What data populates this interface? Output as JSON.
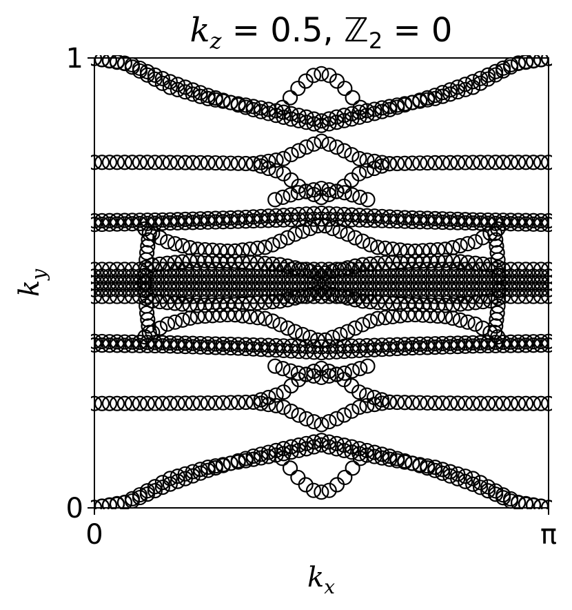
{
  "chart_data": {
    "type": "scatter",
    "title": {
      "symbol": "k",
      "subscript": "z",
      "equals_value": " = 0.5, ",
      "z2_symbol": "ℤ",
      "z2_subscript": "2",
      "z2_value": " = 0"
    },
    "xlabel": {
      "symbol": "k",
      "subscript": "x"
    },
    "ylabel": {
      "symbol": "k",
      "subscript": "y"
    },
    "xlim": [
      0,
      3.14159
    ],
    "ylim": [
      0,
      1
    ],
    "x_ticks": [
      {
        "value": 0,
        "label": "0"
      },
      {
        "value": 3.14159,
        "label": "π"
      }
    ],
    "y_ticks": [
      {
        "value": 0,
        "label": "0"
      },
      {
        "value": 1,
        "label": "1"
      }
    ],
    "marker": "open-circle",
    "marker_color": "#000000",
    "grid": false,
    "legend": "none",
    "sample_count": 60,
    "bands": [
      {
        "x": [
          0,
          0.2,
          0.35,
          0.52,
          0.78,
          1.05,
          1.3,
          1.45,
          1.57,
          1.69,
          1.84,
          2.09,
          2.36,
          2.62,
          2.79,
          2.94,
          3.14159
        ],
        "y": [
          0.999,
          0.99,
          0.965,
          0.935,
          0.91,
          0.895,
          0.88,
          0.87,
          0.86,
          0.87,
          0.88,
          0.895,
          0.91,
          0.935,
          0.965,
          0.99,
          0.999
        ]
      },
      {
        "x": [
          0,
          0.26,
          0.5,
          0.8,
          1.1,
          1.35,
          1.57,
          1.79,
          2.04,
          2.34,
          2.64,
          2.88,
          3.14159
        ],
        "y": [
          0.999,
          0.985,
          0.95,
          0.915,
          0.885,
          0.865,
          0.85,
          0.865,
          0.885,
          0.915,
          0.95,
          0.985,
          0.999
        ]
      },
      {
        "x": [
          1.3,
          1.4,
          1.5,
          1.57,
          1.64,
          1.74,
          1.84
        ],
        "y": [
          0.89,
          0.93,
          0.96,
          0.965,
          0.96,
          0.93,
          0.89
        ]
      },
      {
        "x": [
          0,
          0.4,
          0.8,
          1.1,
          1.3,
          1.45,
          1.57,
          1.69,
          1.84,
          2.04,
          2.34,
          2.74,
          3.14159
        ],
        "y": [
          0.768,
          0.768,
          0.767,
          0.765,
          0.775,
          0.8,
          0.815,
          0.8,
          0.775,
          0.765,
          0.767,
          0.768,
          0.768
        ]
      },
      {
        "x": [
          1.1,
          1.3,
          1.45,
          1.57,
          1.69,
          1.84,
          2.04
        ],
        "y": [
          0.765,
          0.745,
          0.705,
          0.69,
          0.705,
          0.745,
          0.765
        ]
      },
      {
        "x": [
          1.25,
          1.4,
          1.57,
          1.74,
          1.89
        ],
        "y": [
          0.685,
          0.7,
          0.71,
          0.7,
          0.685
        ]
      },
      {
        "x": [
          0,
          0.5,
          1.0,
          1.3,
          1.57,
          1.84,
          2.14,
          2.64,
          3.14159
        ],
        "y": [
          0.638,
          0.64,
          0.645,
          0.65,
          0.655,
          0.65,
          0.645,
          0.64,
          0.638
        ]
      },
      {
        "x": [
          0,
          0.5,
          1.0,
          1.3,
          1.57,
          1.84,
          2.14,
          2.64,
          3.14159
        ],
        "y": [
          0.63,
          0.633,
          0.637,
          0.64,
          0.642,
          0.64,
          0.637,
          0.633,
          0.63
        ]
      },
      {
        "x": [
          0.35,
          0.5,
          0.7,
          0.95,
          1.2,
          1.4,
          1.57,
          1.74,
          1.94,
          2.19,
          2.44,
          2.64,
          2.79
        ],
        "y": [
          0.62,
          0.592,
          0.575,
          0.57,
          0.58,
          0.61,
          0.63,
          0.61,
          0.58,
          0.57,
          0.575,
          0.592,
          0.62
        ]
      },
      {
        "x": [
          0.38,
          0.36,
          0.35,
          0.36,
          0.38
        ],
        "y": [
          0.61,
          0.56,
          0.5,
          0.44,
          0.39
        ]
      },
      {
        "x": [
          2.77,
          2.79,
          2.8,
          2.79,
          2.77
        ],
        "y": [
          0.61,
          0.56,
          0.5,
          0.44,
          0.39
        ]
      },
      {
        "x": [
          0,
          3.14159
        ],
        "y": [
          0.53,
          0.53
        ]
      },
      {
        "x": [
          0,
          3.14159
        ],
        "y": [
          0.515,
          0.515
        ]
      },
      {
        "x": [
          0,
          3.14159
        ],
        "y": [
          0.5,
          0.5
        ]
      },
      {
        "x": [
          0,
          3.14159
        ],
        "y": [
          0.485,
          0.485
        ]
      },
      {
        "x": [
          0,
          3.14159
        ],
        "y": [
          0.47,
          0.47
        ]
      },
      {
        "x": [
          0.4,
          0.7,
          1.0,
          1.3,
          1.57,
          1.84,
          2.14,
          2.44,
          2.74
        ],
        "y": [
          0.54,
          0.55,
          0.548,
          0.54,
          0.52,
          0.54,
          0.548,
          0.55,
          0.54
        ]
      },
      {
        "x": [
          0.4,
          0.7,
          1.0,
          1.3,
          1.57,
          1.84,
          2.14,
          2.44,
          2.74
        ],
        "y": [
          0.46,
          0.45,
          0.452,
          0.46,
          0.48,
          0.46,
          0.452,
          0.45,
          0.46
        ]
      },
      {
        "x": [
          0.35,
          0.5,
          0.7,
          0.95,
          1.2,
          1.4,
          1.57,
          1.74,
          1.94,
          2.19,
          2.44,
          2.64,
          2.79
        ],
        "y": [
          0.38,
          0.408,
          0.425,
          0.43,
          0.42,
          0.39,
          0.37,
          0.39,
          0.42,
          0.43,
          0.425,
          0.408,
          0.38
        ]
      },
      {
        "x": [
          0,
          0.5,
          1.0,
          1.3,
          1.57,
          1.84,
          2.14,
          2.64,
          3.14159
        ],
        "y": [
          0.362,
          0.36,
          0.355,
          0.35,
          0.345,
          0.35,
          0.355,
          0.36,
          0.362
        ]
      },
      {
        "x": [
          0,
          0.5,
          1.0,
          1.3,
          1.57,
          1.84,
          2.14,
          2.64,
          3.14159
        ],
        "y": [
          0.37,
          0.367,
          0.363,
          0.36,
          0.358,
          0.36,
          0.363,
          0.367,
          0.37
        ]
      },
      {
        "x": [
          1.25,
          1.4,
          1.57,
          1.74,
          1.89
        ],
        "y": [
          0.315,
          0.3,
          0.29,
          0.3,
          0.315
        ]
      },
      {
        "x": [
          1.1,
          1.3,
          1.45,
          1.57,
          1.69,
          1.84,
          2.04
        ],
        "y": [
          0.235,
          0.255,
          0.295,
          0.31,
          0.295,
          0.255,
          0.235
        ]
      },
      {
        "x": [
          0,
          0.4,
          0.8,
          1.1,
          1.3,
          1.45,
          1.57,
          1.69,
          1.84,
          2.04,
          2.34,
          2.74,
          3.14159
        ],
        "y": [
          0.232,
          0.232,
          0.233,
          0.235,
          0.225,
          0.2,
          0.185,
          0.2,
          0.225,
          0.235,
          0.233,
          0.232,
          0.232
        ]
      },
      {
        "x": [
          0,
          0.26,
          0.5,
          0.8,
          1.1,
          1.35,
          1.57,
          1.79,
          2.04,
          2.34,
          2.64,
          2.88,
          3.14159
        ],
        "y": [
          0.001,
          0.015,
          0.05,
          0.085,
          0.115,
          0.135,
          0.15,
          0.135,
          0.115,
          0.085,
          0.05,
          0.015,
          0.001
        ]
      },
      {
        "x": [
          0,
          0.2,
          0.35,
          0.52,
          0.78,
          1.05,
          1.3,
          1.45,
          1.57,
          1.69,
          1.84,
          2.09,
          2.36,
          2.62,
          2.79,
          2.94,
          3.14159
        ],
        "y": [
          0.001,
          0.01,
          0.035,
          0.065,
          0.09,
          0.105,
          0.12,
          0.13,
          0.14,
          0.13,
          0.12,
          0.105,
          0.09,
          0.065,
          0.035,
          0.01,
          0.001
        ]
      },
      {
        "x": [
          1.3,
          1.4,
          1.5,
          1.57,
          1.64,
          1.74,
          1.84
        ],
        "y": [
          0.11,
          0.07,
          0.04,
          0.035,
          0.04,
          0.07,
          0.11
        ]
      }
    ]
  }
}
